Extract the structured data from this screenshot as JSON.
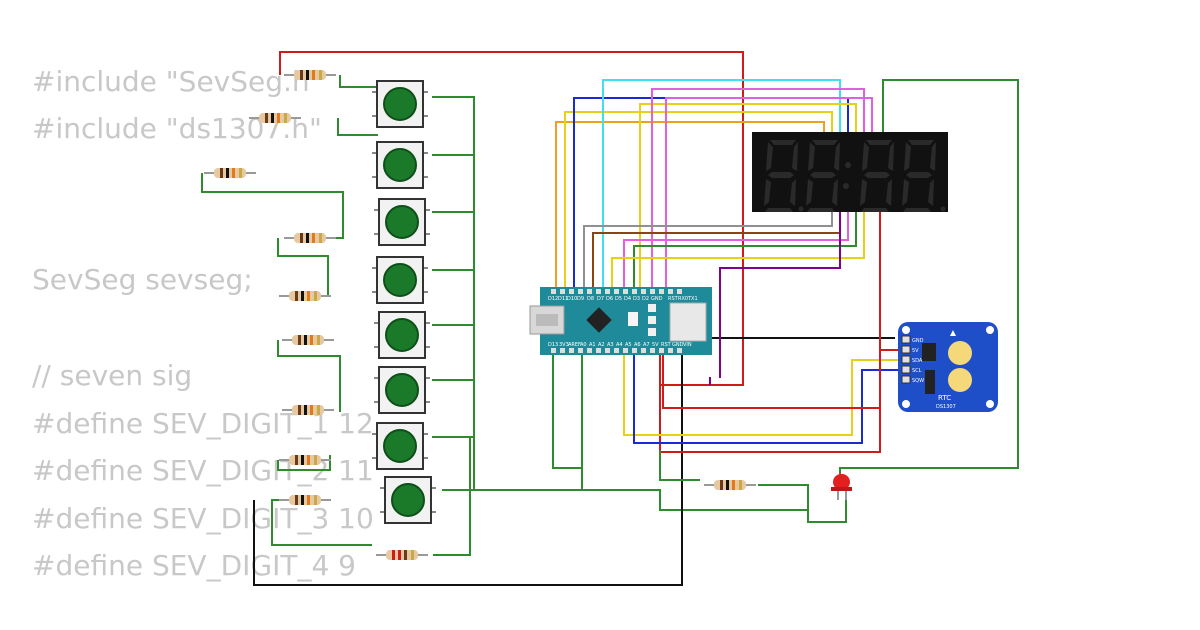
{
  "code_lines": [
    "#include \"SevSeg.h\"",
    "#include \"ds1307.h\"",
    "",
    "SevSeg sevseg;",
    "",
    "// seven sig",
    "#define SEV_DIGIT_1 12",
    "#define SEV_DIGIT_2 11",
    "#define SEV_DIGIT_3 10",
    "#define SEV_DIGIT_4 9"
  ],
  "arduino": {
    "top_pins": [
      "D12",
      "D11",
      "D10",
      "D9",
      "D8",
      "D7",
      "D6",
      "D5",
      "D4",
      "D3",
      "D2",
      "GND",
      "RST",
      "RX0",
      "TX1"
    ],
    "bottom_pins": [
      "D13",
      "3V3",
      "AREF",
      "A0",
      "A1",
      "A2",
      "A3",
      "A4",
      "A5",
      "A6",
      "A7",
      "5V",
      "RST",
      "GND",
      "VIN"
    ]
  },
  "rtc": {
    "label": "RTC",
    "chip": "DS1307",
    "pins": [
      "GND",
      "5V",
      "SDA",
      "SCL",
      "SQW"
    ]
  },
  "colors": {
    "wire_green": "#2e8b2e",
    "wire_red": "#d11a1a",
    "wire_blue": "#1a2bd1",
    "wire_yellow": "#e8d01a",
    "wire_orange": "#f0a020",
    "wire_cyan": "#40e0f0",
    "wire_magenta": "#e060e0",
    "wire_purple": "#800090",
    "wire_brown": "#8b4513",
    "wire_gray": "#909090",
    "board_teal": "#1f8a9a",
    "rtc_blue": "#1e4fc8",
    "button_green": "#1a7a2a"
  }
}
